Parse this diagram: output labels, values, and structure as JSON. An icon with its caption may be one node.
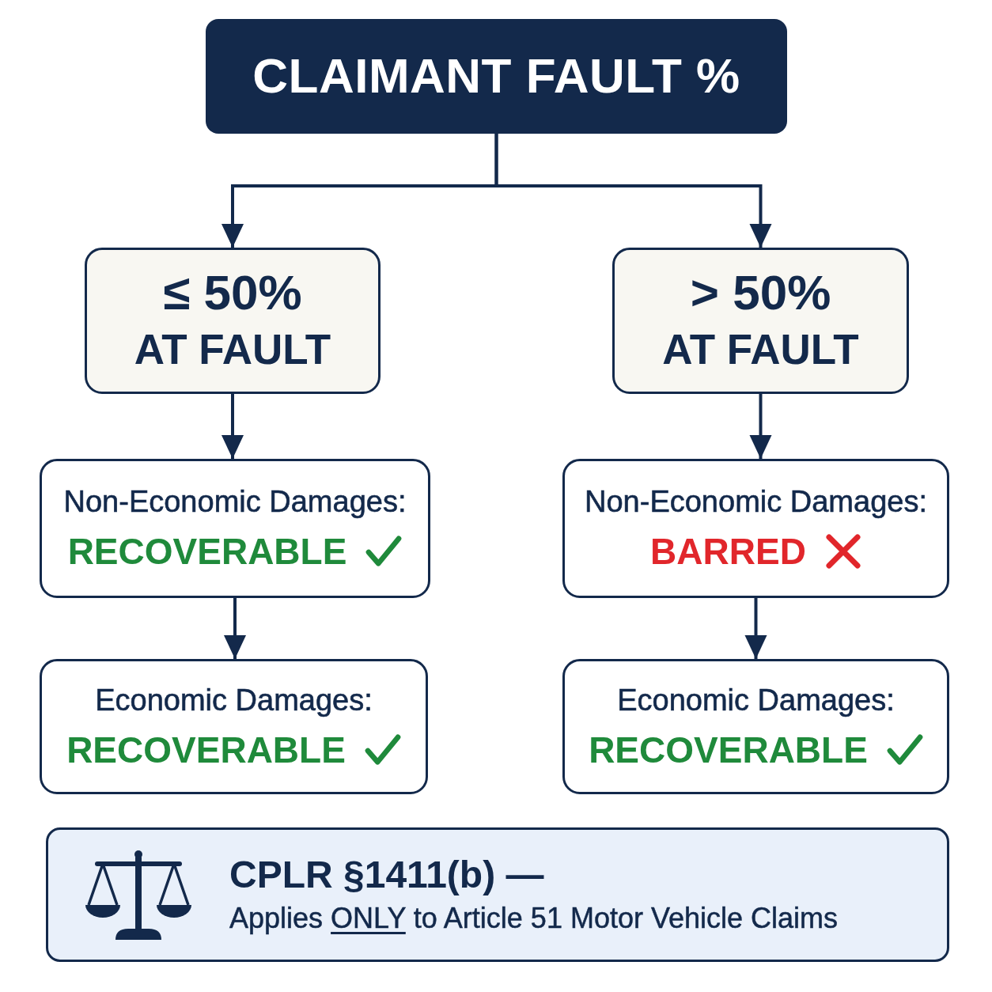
{
  "diagram": {
    "nodes": [
      {
        "text": [
          "CLAIMANT FAULT %"
        ]
      },
      {
        "text": [
          "≤ 50%",
          "AT FAULT"
        ]
      },
      {
        "text": [
          "> 50%",
          "AT FAULT"
        ]
      },
      {
        "text": [
          "Non-Economic Damages:",
          "RECOVERABLE"
        ]
      },
      {
        "text": [
          "Non-Economic Damages:",
          "BARRED"
        ]
      },
      {
        "text": [
          "Economic Damages:",
          "RECOVERABLE"
        ]
      },
      {
        "text": [
          "Economic Damages:",
          "RECOVERABLE"
        ]
      },
      {
        "text": [
          "CPLR §1411(b) —",
          "Applies *ONLY* to Article 51 Motor Vehicle Claims"
        ]
      }
    ],
    "edges": [
      {
        "from": 0,
        "to": 1,
        "arrow": "to"
      },
      {
        "from": 0,
        "to": 2,
        "arrow": "to"
      },
      {
        "from": 1,
        "to": 3,
        "arrow": "to"
      },
      {
        "from": 2,
        "to": 4,
        "arrow": "to"
      },
      {
        "from": 3,
        "to": 5,
        "arrow": "to"
      },
      {
        "from": 4,
        "to": 6,
        "arrow": "to"
      }
    ]
  }
}
